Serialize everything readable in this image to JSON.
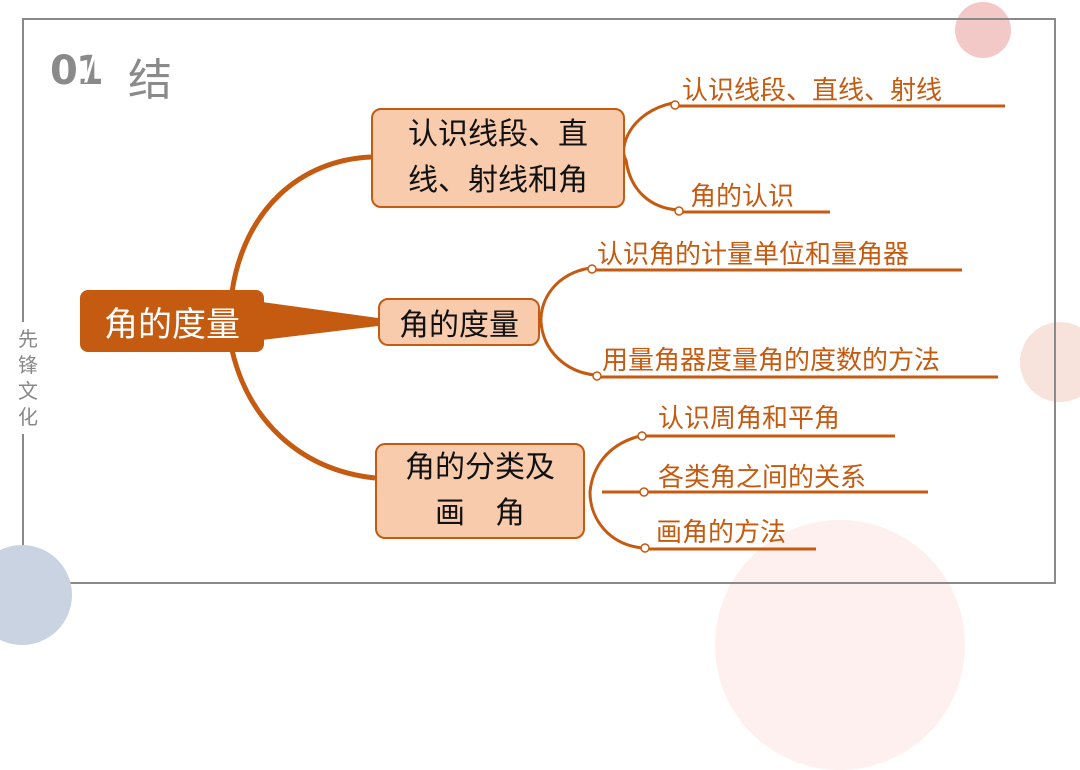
{
  "section": {
    "number": "01",
    "title": "结"
  },
  "side_text": [
    "先",
    "锋",
    "文",
    "化"
  ],
  "root": "角的度量",
  "branches": [
    {
      "label_lines": [
        "认识线段、直",
        "线、射线和角"
      ],
      "leaves": [
        "认识线段、直线、射线",
        "角的认识"
      ]
    },
    {
      "label_lines": [
        "角的度量"
      ],
      "leaves": [
        "认识角的计量单位和量角器",
        "用量角器度量角的度数的方法"
      ]
    },
    {
      "label_lines": [
        "角的分类及",
        "画　角"
      ],
      "leaves": [
        "认识周角和平角",
        "各类角之间的关系",
        "画角的方法"
      ]
    }
  ],
  "colors": {
    "accent": "#c55a11",
    "box_fill": "#f8cbad",
    "frame": "#8a8a8a"
  }
}
